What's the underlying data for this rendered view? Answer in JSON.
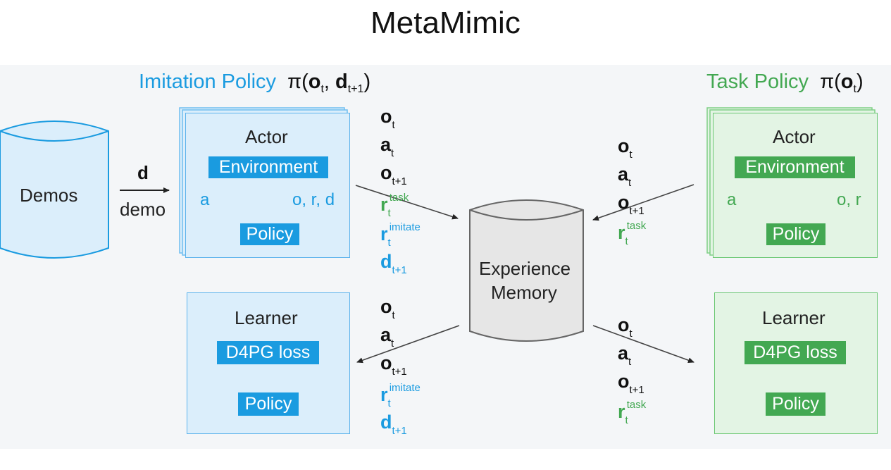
{
  "title": "MetaMimic",
  "colors": {
    "blue": "#1a9be0",
    "blue_fill": "#dbeefb",
    "green": "#43a852",
    "green_fill": "#e3f4e4",
    "gray_text": "#222222"
  },
  "demos": {
    "label": "Demos",
    "arrow_symbol": "d",
    "arrow_label": "demo"
  },
  "imitation": {
    "header_label": "Imitation Policy",
    "formula": {
      "prefix": "π(",
      "o": "o",
      "o_sub": "t",
      "sep": ", ",
      "d": "d",
      "d_sub": "t+1",
      "suffix": ")"
    },
    "actor": {
      "title": "Actor",
      "environment": "Environment",
      "policy": "Policy",
      "left_label": "a",
      "right_label": "o, r, d"
    },
    "learner": {
      "title": "Learner",
      "loss": "D4PG loss",
      "policy": "Policy"
    }
  },
  "task": {
    "header_label": "Task Policy",
    "formula": {
      "prefix": "π(",
      "o": "o",
      "o_sub": "t",
      "suffix": ")"
    },
    "actor": {
      "title": "Actor",
      "environment": "Environment",
      "policy": "Policy",
      "left_label": "a",
      "right_label": "o, r"
    },
    "learner": {
      "title": "Learner",
      "loss": "D4PG loss",
      "policy": "Policy"
    }
  },
  "memory": {
    "line1": "Experience",
    "line2": "Memory"
  },
  "symbols": {
    "o": "o",
    "a": "a",
    "r": "r",
    "d": "d",
    "t": "t",
    "t1": "t+1",
    "task": "task",
    "imitate": "imitate"
  }
}
